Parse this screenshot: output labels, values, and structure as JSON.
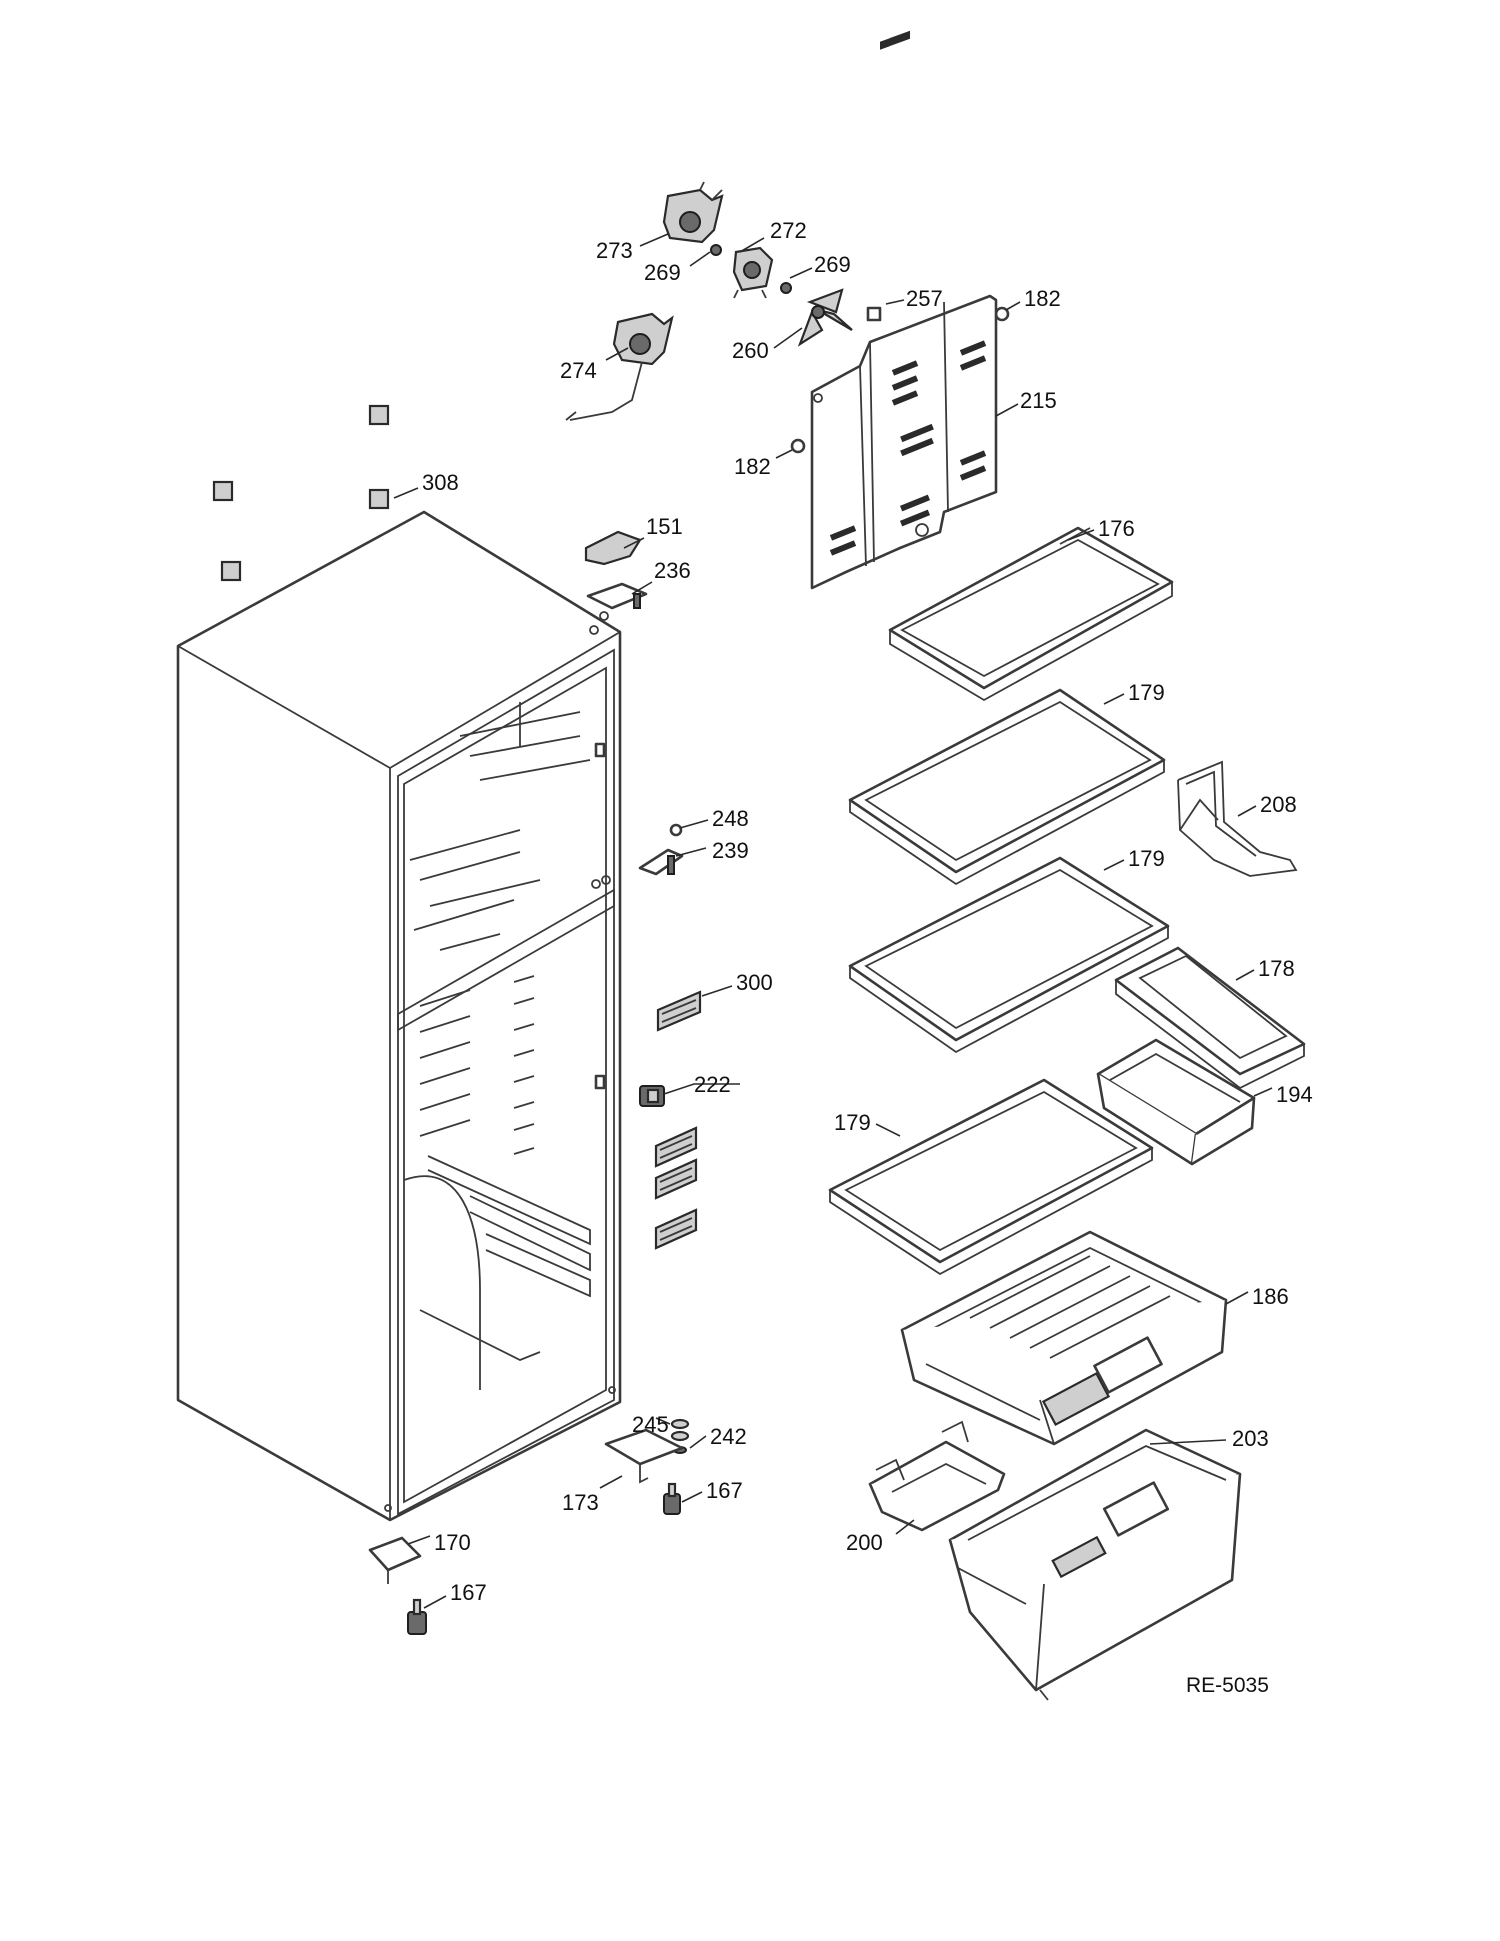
{
  "reference_code": "RE-5035",
  "callouts": {
    "c273": "273",
    "c269a": "269",
    "c272": "272",
    "c269b": "269",
    "c274": "274",
    "c257": "257",
    "c182a": "182",
    "c260": "260",
    "c215": "215",
    "c182b": "182",
    "c308": "308",
    "c151": "151",
    "c236": "236",
    "c176": "176",
    "c179a": "179",
    "c208": "208",
    "c248": "248",
    "c239": "239",
    "c179b": "179",
    "c178": "178",
    "c300": "300",
    "c222": "222",
    "c194": "194",
    "c179c": "179",
    "c186": "186",
    "c245": "245",
    "c242": "242",
    "c173": "173",
    "c167a": "167",
    "c203": "203",
    "c170": "170",
    "c200": "200",
    "c167b": "167"
  }
}
